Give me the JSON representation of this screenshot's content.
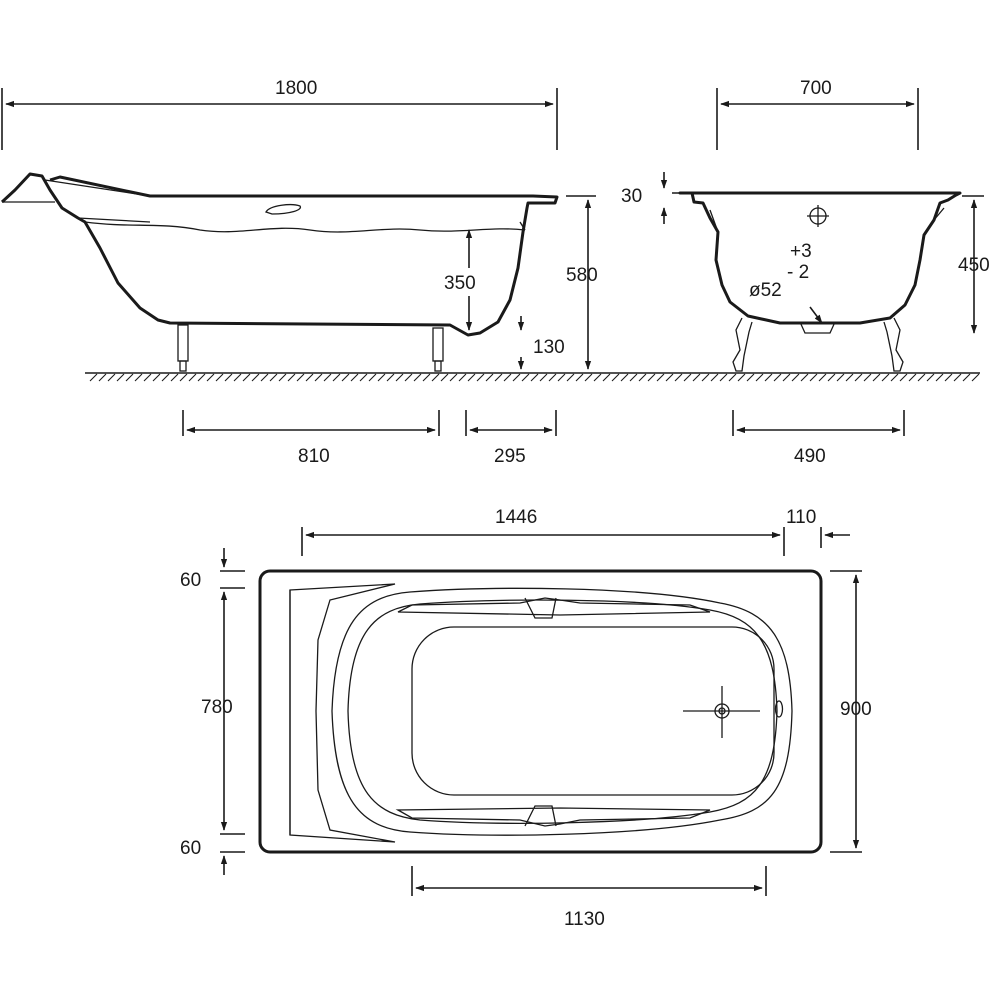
{
  "dimensions": {
    "overall_length": "1800",
    "overall_width_end": "700",
    "rim_thickness": "30",
    "water_depth": "350",
    "total_height": "580",
    "floor_clearance": "130",
    "tolerance_plus": "+3",
    "tolerance_minus": "- 2",
    "drain_diameter": "ø52",
    "end_height": "450",
    "feet_spacing_length": "810",
    "feet_offset_end": "295",
    "feet_spacing_width": "490",
    "inner_length": "1446",
    "end_offset": "110",
    "rim_top": "60",
    "inner_width": "780",
    "rim_bottom": "60",
    "overall_width": "900",
    "grip_spacing": "1130"
  },
  "colors": {
    "line": "#1a1a1a",
    "background": "#ffffff"
  }
}
